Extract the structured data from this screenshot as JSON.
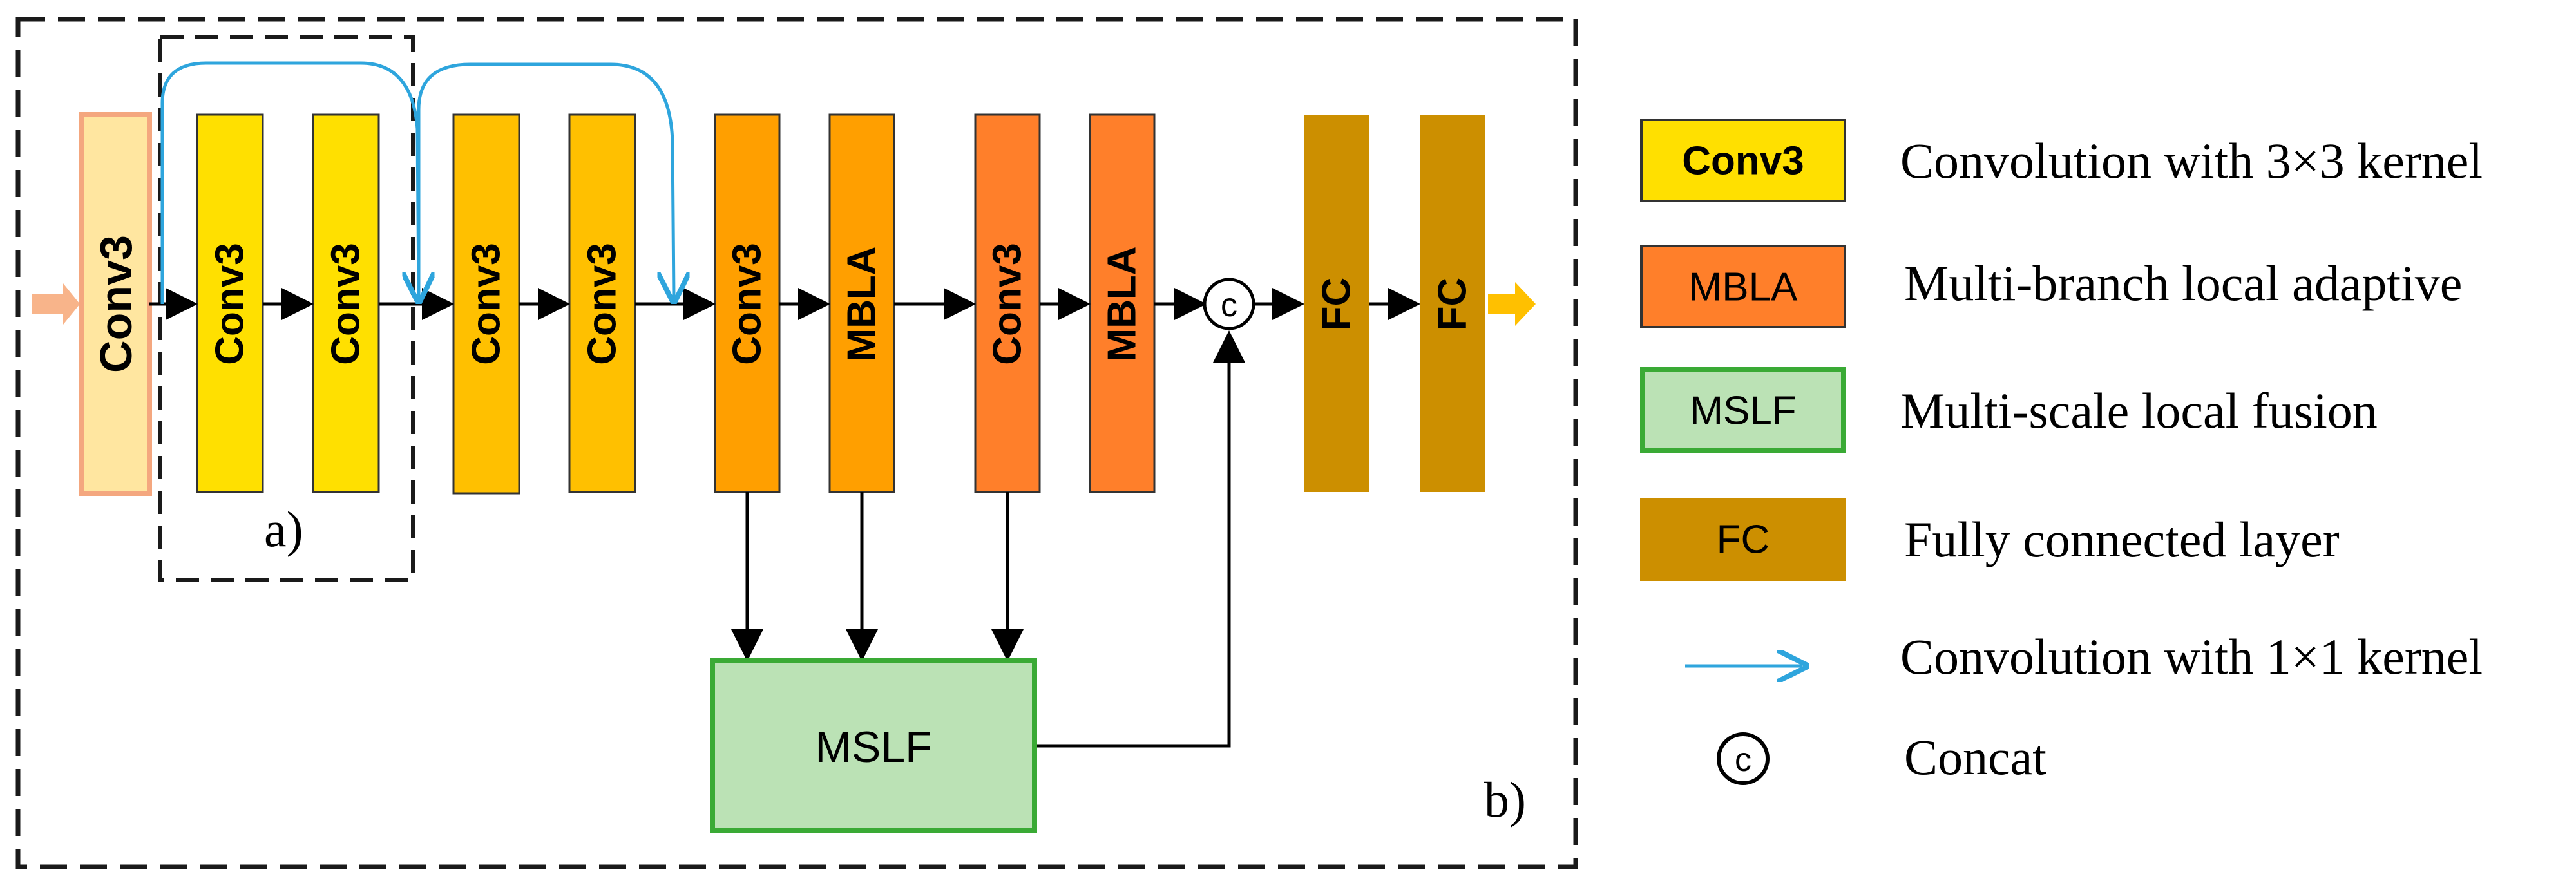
{
  "colors": {
    "conv_first_fill": "#FFE6A0",
    "conv_first_border": "#F4A77F",
    "conv_yellow": "#FFE000",
    "conv_gold": "#FFC000",
    "conv_orange": "#FF9F00",
    "conv_deep_orange": "#FF7F2A",
    "fc_brown": "#CC8F00",
    "mslf_fill": "#BBE2B5",
    "mslf_border": "#3AAA35",
    "skip_arrow": "#2EA5DD",
    "input_arrow": "#F8B48A",
    "output_arrow": "#FFC000"
  },
  "diagram": {
    "blocks": [
      {
        "id": "conv3-input",
        "label": "Conv3",
        "style": "first"
      },
      {
        "id": "conv3-a1",
        "label": "Conv3",
        "style": "yellow"
      },
      {
        "id": "conv3-a2",
        "label": "Conv3",
        "style": "yellow"
      },
      {
        "id": "conv3-3",
        "label": "Conv3",
        "style": "gold"
      },
      {
        "id": "conv3-4",
        "label": "Conv3",
        "style": "gold"
      },
      {
        "id": "conv3-5",
        "label": "Conv3",
        "style": "orange"
      },
      {
        "id": "mbla-1",
        "label": "MBLA",
        "style": "orange"
      },
      {
        "id": "conv3-6",
        "label": "Conv3",
        "style": "deep-orange"
      },
      {
        "id": "mbla-2",
        "label": "MBLA",
        "style": "deep-orange"
      },
      {
        "id": "fc-1",
        "label": "FC",
        "style": "brown"
      },
      {
        "id": "fc-2",
        "label": "FC",
        "style": "brown"
      }
    ],
    "mslf_label": "MSLF",
    "concat_symbol": "c",
    "label_a": "a)",
    "label_b": "b)"
  },
  "legend": {
    "items": [
      {
        "swatch": "Conv3",
        "text": "Convolution with 3×3 kernel"
      },
      {
        "swatch": "MBLA",
        "text": "Multi-branch local adaptive"
      },
      {
        "swatch": "MSLF",
        "text": "Multi-scale local fusion"
      },
      {
        "swatch": "FC",
        "text": "Fully connected layer"
      },
      {
        "swatch": "",
        "text": "Convolution with 1×1 kernel"
      },
      {
        "swatch": "c",
        "text": "Concat"
      }
    ]
  }
}
